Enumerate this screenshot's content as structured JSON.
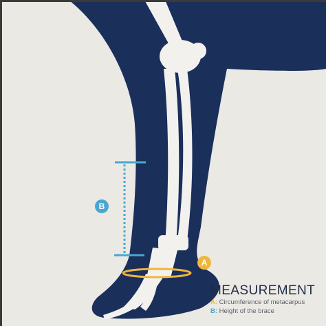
{
  "measurement": {
    "title": "MEASUREMENT",
    "items": [
      {
        "key": "A:",
        "text": " Circumference of metacarpus",
        "color": "#f0b63c"
      },
      {
        "key": "B:",
        "text": " Height of the brace",
        "color": "#4aa8d0"
      }
    ]
  },
  "markers": {
    "a": {
      "label": "A",
      "color": "#f0b63c"
    },
    "b": {
      "label": "B",
      "color": "#4aa8d0"
    }
  },
  "colors": {
    "background": "#ebe9e4",
    "limb": "#1b2f5b",
    "bone": "#f2f1ee"
  }
}
